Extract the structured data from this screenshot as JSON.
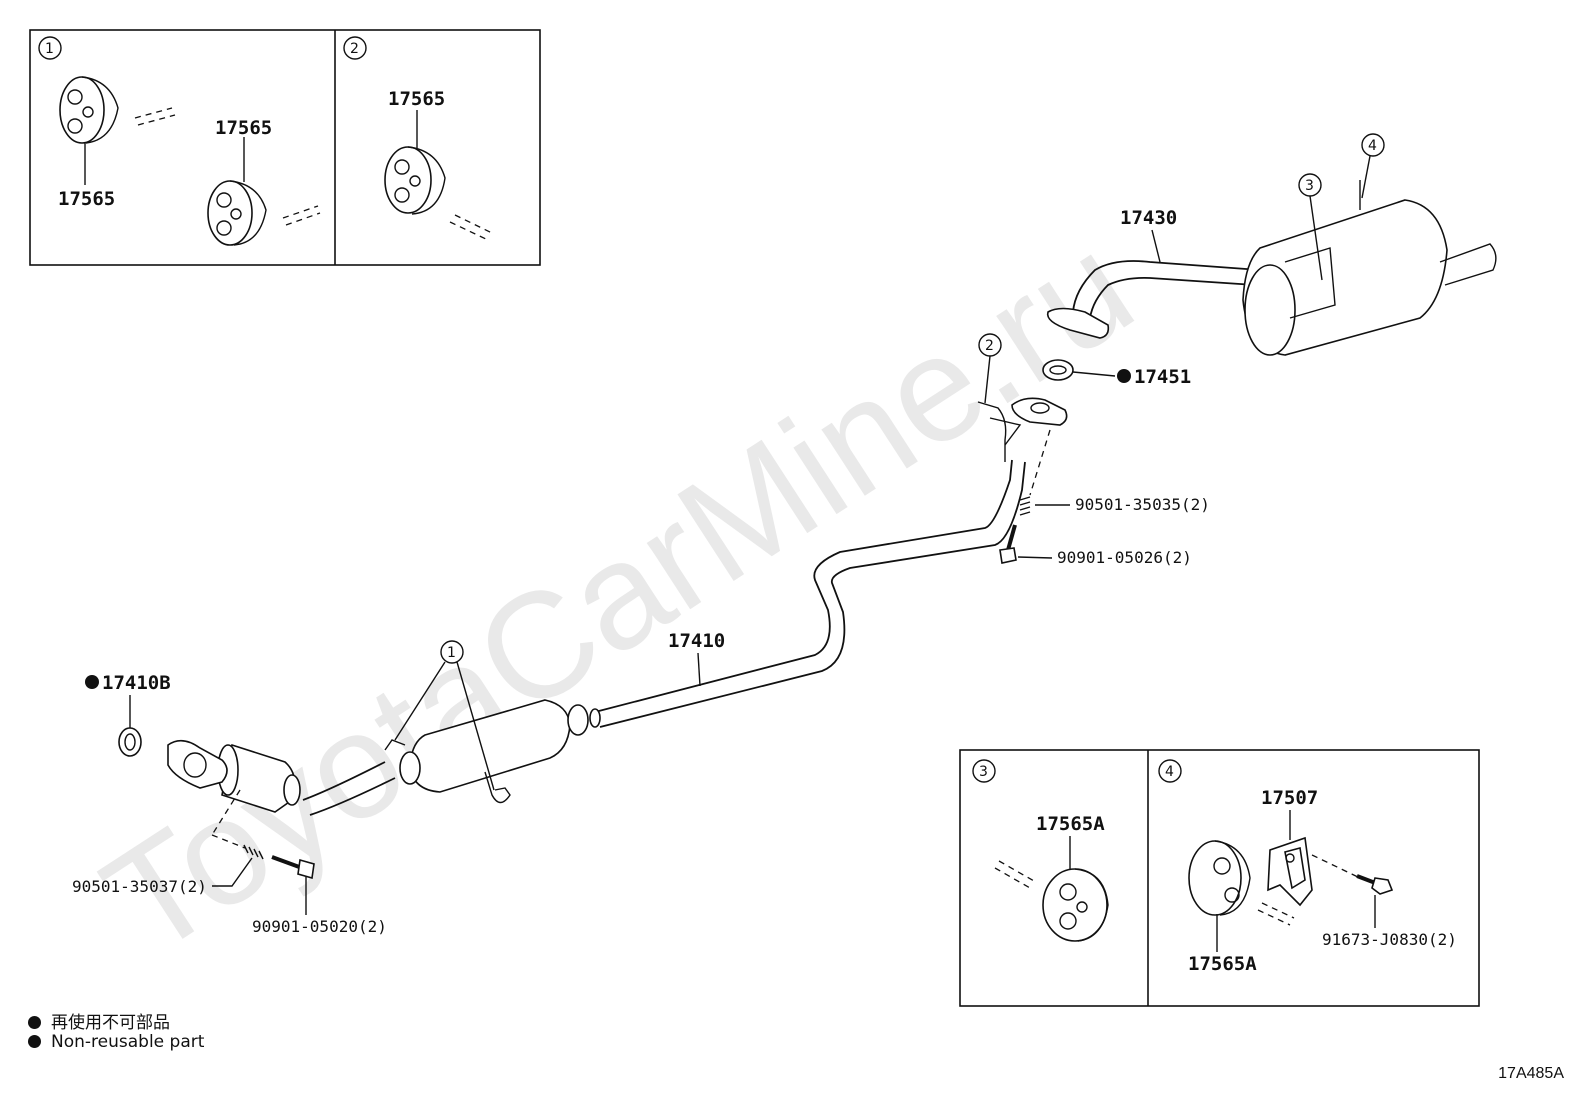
{
  "watermark": "ToyotaCarMine.ru",
  "ref_code": "17A485A",
  "legend": {
    "jp": "再使用不可部品",
    "en": "Non-reusable part"
  },
  "insets": {
    "one": {
      "num": "1",
      "label_top": "17565",
      "label_bottom": "17565"
    },
    "two": {
      "num": "2",
      "label": "17565"
    },
    "three": {
      "num": "3",
      "label": "17565A"
    },
    "four": {
      "num": "4",
      "label_bracket": "17507",
      "label_hanger": "17565A",
      "label_bolt": "91673-J0830(2)"
    }
  },
  "callouts": {
    "c1": "1",
    "c2": "2",
    "c3": "3",
    "c4": "4"
  },
  "labels": {
    "tail_pipe": "17430",
    "gasket_rear": "17451",
    "center_pipe": "17410",
    "gasket_front": "17410B",
    "spring_rear": "90501-35035(2)",
    "bolt_rear": "90901-05026(2)",
    "spring_front": "90501-35037(2)",
    "bolt_front": "90901-05020(2)"
  }
}
